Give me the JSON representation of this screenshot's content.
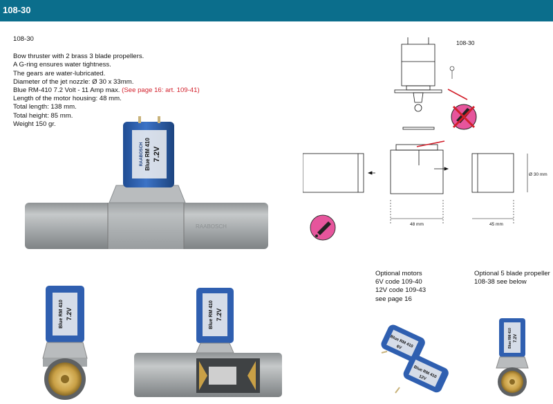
{
  "header": {
    "title": "108-30"
  },
  "description": {
    "code": "108-30",
    "lines": [
      "Bow thruster with 2 brass 3 blade propellers.",
      "A G-ring ensures water tightness.",
      "The gears are water-lubricated.",
      "Diameter of the jet nozzle: Ø 30 x 33mm."
    ],
    "motor_line": "Blue RM-410  7.2 Volt - 11 Amp max.",
    "motor_ref": "(See page 16: art. 109-41)",
    "more_lines": [
      "Length of the motor housing: 48 mm.",
      "Total length: 138 mm.",
      "Total height: 85 mm.",
      "Weight 150 gr."
    ]
  },
  "drawing": {
    "label": "108-30",
    "dim_diameter": "Ø 30 mm",
    "dim_housing": "48 mm",
    "dim_nozzle": "45 mm"
  },
  "motor_label": {
    "brand": "RAABOSCH",
    "model": "Blue RM 410",
    "voltage": "7.2V"
  },
  "small_motors": {
    "a_model": "Blue RM 410",
    "a_voltage": "6V",
    "b_model": "Blue RM 410",
    "b_voltage": "12V"
  },
  "tube_text": "RAABOSCH",
  "optional_motors": {
    "lines": [
      "Optional motors",
      "6V code 109-40",
      "12V code 109-43",
      "see page 16"
    ]
  },
  "optional_propeller": {
    "lines": [
      "Optional 5 blade propeller",
      "108-38 see below"
    ]
  },
  "colors": {
    "header": "#0b6e8c",
    "reference_red": "#d21f2a",
    "motor_blue": "#2f5fb0",
    "tube_grey": "#a7abad",
    "brass": "#c9a046",
    "oil_pink": "#e6559c"
  }
}
